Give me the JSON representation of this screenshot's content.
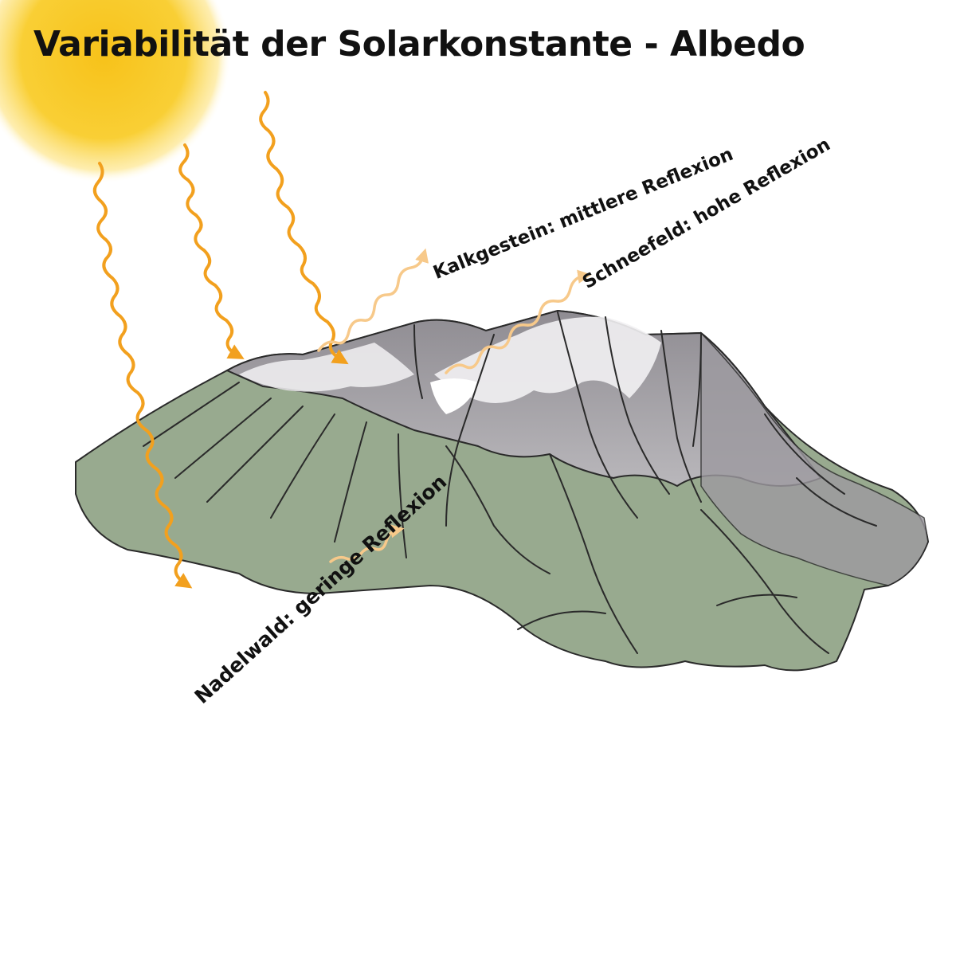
{
  "title": "Variabilität der Solarkonstante - Albedo",
  "labels": {
    "limestone": "Kalkgestein: mittlere Reflexion",
    "snowfield": "Schneefeld: hohe Reflexion",
    "forest": "Nadelwald: geringe Reflexion"
  },
  "colors": {
    "sun": "#f7c21a",
    "ray": "#f2a01e",
    "reflected_ray": "#f7c98a",
    "forest": "#98aa8f",
    "rock": "#a9a6ab",
    "snow": "#f2f1f3",
    "outline": "#2a2a2a"
  },
  "icons": {
    "sun": "sun-icon",
    "incoming": "incoming-radiation-arrow",
    "reflected": "reflected-radiation-arrow"
  }
}
